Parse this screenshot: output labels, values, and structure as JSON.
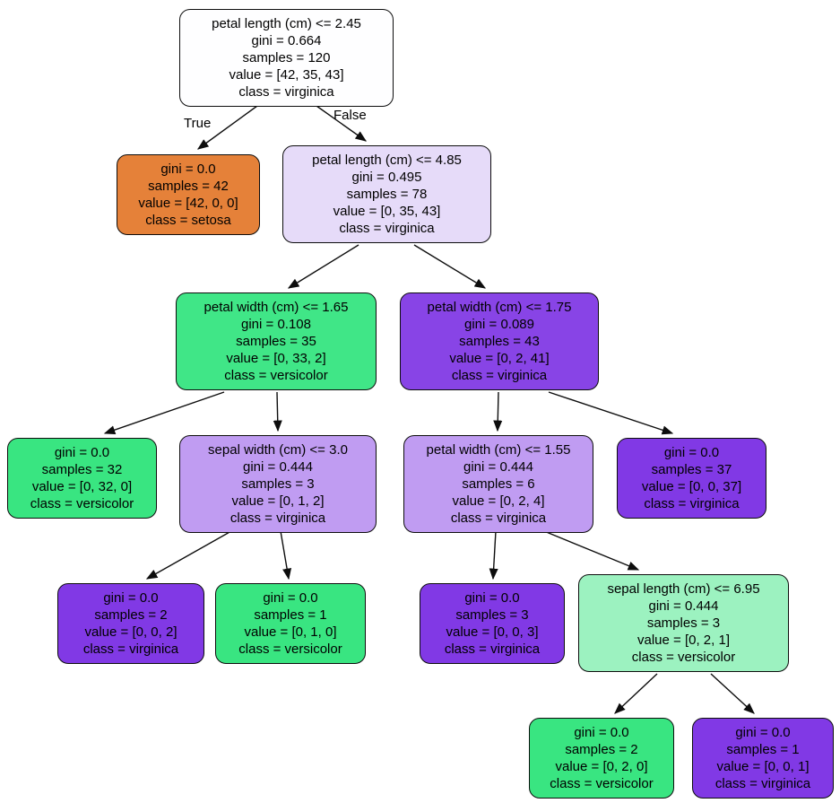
{
  "tree": {
    "title": "iris-decision-tree",
    "edge_labels": {
      "true_label": "True",
      "false_label": "False"
    },
    "colors": {
      "setosa": "#e58139",
      "versicolor_pure": "#39e581",
      "virginica_pure": "#8139e5",
      "virginica_light": "#c09cf2",
      "versicolor_light": "#9cf2c0",
      "root_fill": "#fefeff"
    },
    "nodes": [
      {
        "condition": "petal length (cm) <= 2.45",
        "gini": "gini = 0.664",
        "samples": "samples = 120",
        "value": "value = [42, 35, 43]",
        "class": "class = virginica",
        "color": "#fefeff"
      },
      {
        "gini": "gini = 0.0",
        "samples": "samples = 42",
        "value": "value = [42, 0, 0]",
        "class": "class = setosa",
        "color": "#e58139"
      },
      {
        "condition": "petal length (cm) <= 4.85",
        "gini": "gini = 0.495",
        "samples": "samples = 78",
        "value": "value = [0, 35, 43]",
        "class": "class = virginica",
        "color": "#e6dbf9"
      },
      {
        "condition": "petal width (cm) <= 1.65",
        "gini": "gini = 0.108",
        "samples": "samples = 35",
        "value": "value = [0, 33, 2]",
        "class": "class = versicolor",
        "color": "#40e687"
      },
      {
        "condition": "petal width (cm) <= 1.75",
        "gini": "gini = 0.089",
        "samples": "samples = 43",
        "value": "value = [0, 2, 41]",
        "class": "class = virginica",
        "color": "#8844e6"
      },
      {
        "gini": "gini = 0.0",
        "samples": "samples = 32",
        "value": "value = [0, 32, 0]",
        "class": "class = versicolor",
        "color": "#39e581"
      },
      {
        "condition": "sepal width (cm) <= 3.0",
        "gini": "gini = 0.444",
        "samples": "samples = 3",
        "value": "value = [0, 1, 2]",
        "class": "class = virginica",
        "color": "#c09cf2"
      },
      {
        "condition": "petal width (cm) <= 1.55",
        "gini": "gini = 0.444",
        "samples": "samples = 6",
        "value": "value = [0, 2, 4]",
        "class": "class = virginica",
        "color": "#c09cf2"
      },
      {
        "gini": "gini = 0.0",
        "samples": "samples = 37",
        "value": "value = [0, 0, 37]",
        "class": "class = virginica",
        "color": "#8139e5"
      },
      {
        "gini": "gini = 0.0",
        "samples": "samples = 2",
        "value": "value = [0, 0, 2]",
        "class": "class = virginica",
        "color": "#8139e5"
      },
      {
        "gini": "gini = 0.0",
        "samples": "samples = 1",
        "value": "value = [0, 1, 0]",
        "class": "class = versicolor",
        "color": "#39e581"
      },
      {
        "gini": "gini = 0.0",
        "samples": "samples = 3",
        "value": "value = [0, 0, 3]",
        "class": "class = virginica",
        "color": "#8139e5"
      },
      {
        "condition": "sepal length (cm) <= 6.95",
        "gini": "gini = 0.444",
        "samples": "samples = 3",
        "value": "value = [0, 2, 1]",
        "class": "class = versicolor",
        "color": "#9cf2c0"
      },
      {
        "gini": "gini = 0.0",
        "samples": "samples = 2",
        "value": "value = [0, 2, 0]",
        "class": "class = versicolor",
        "color": "#39e581"
      },
      {
        "gini": "gini = 0.0",
        "samples": "samples = 1",
        "value": "value = [0, 0, 1]",
        "class": "class = virginica",
        "color": "#8139e5"
      }
    ]
  }
}
